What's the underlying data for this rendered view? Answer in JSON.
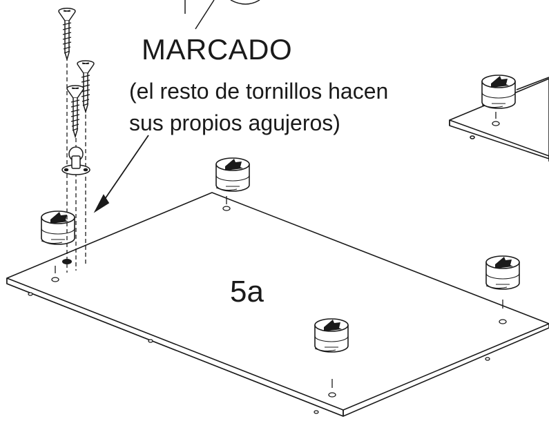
{
  "labels": {
    "marking_word": "MARCADO",
    "note_line1": "(el resto de tornillos hacen",
    "note_line2": "sus propios agujeros)",
    "part_label": "5a"
  }
}
